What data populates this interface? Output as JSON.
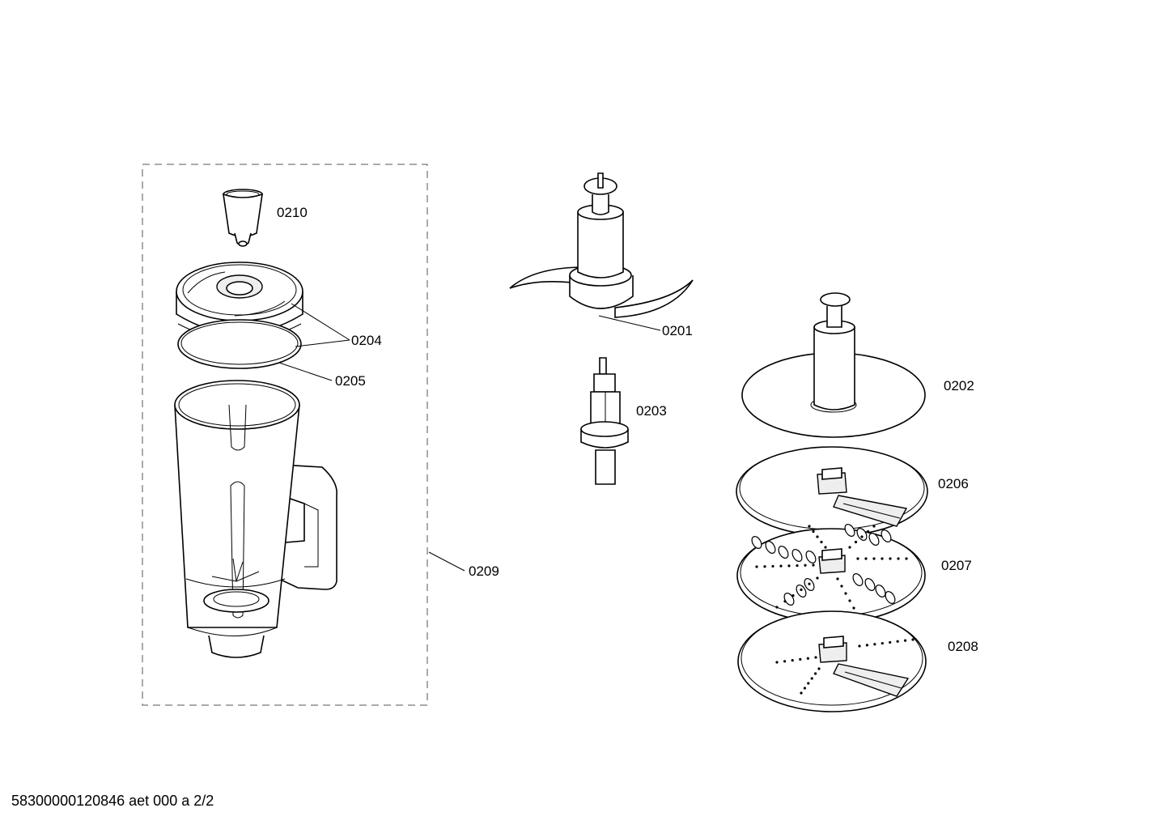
{
  "labels": {
    "p0201": "0201",
    "p0202": "0202",
    "p0203": "0203",
    "p0204": "0204",
    "p0205": "0205",
    "p0206": "0206",
    "p0207": "0207",
    "p0208": "0208",
    "p0209": "0209",
    "p0210": "0210"
  },
  "footer": "58300000120846 aet 000 a 2/2"
}
